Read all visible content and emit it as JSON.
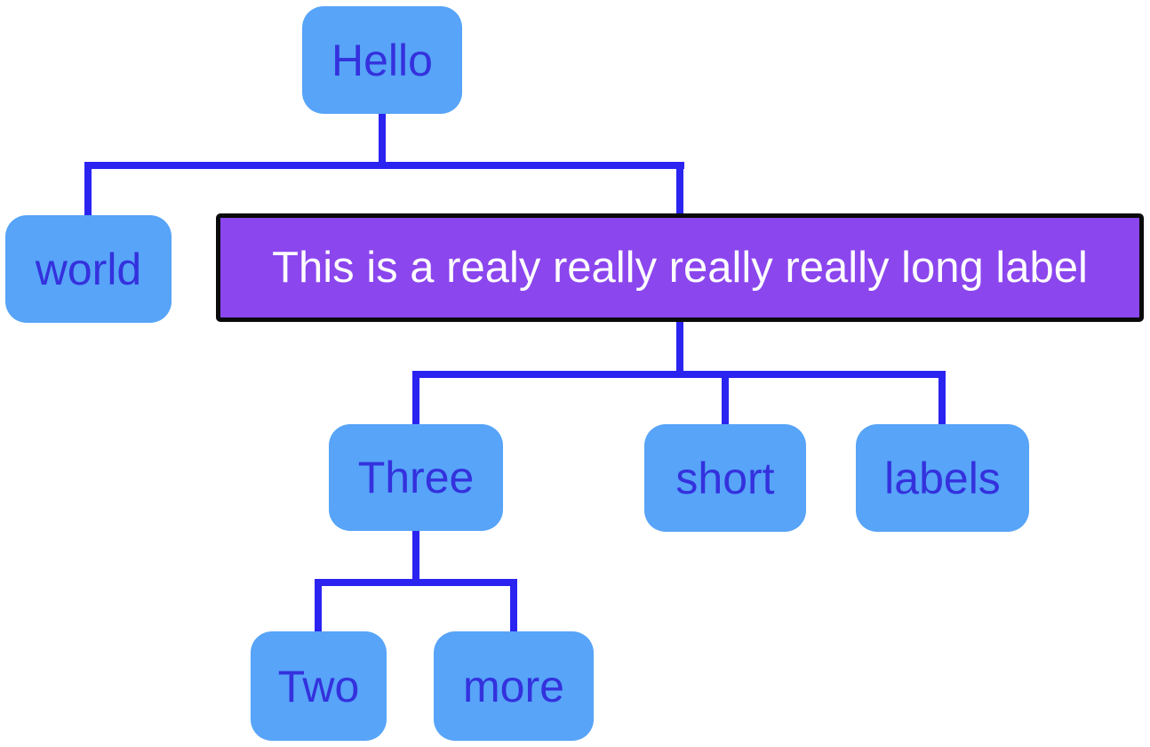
{
  "colors": {
    "background": "#ffffff",
    "node_fill": "#57a4f8",
    "node_text": "#3431dd",
    "connector": "#2b24f1",
    "highlight_fill": "#8b46ee",
    "highlight_border": "#0a0a0a",
    "highlight_text": "#fdfcff"
  },
  "tree": {
    "label": "Hello",
    "children": [
      {
        "label": "world",
        "children": []
      },
      {
        "label": "This is a realy really really really long label",
        "highlighted": true,
        "children": [
          {
            "label": "Three",
            "children": [
              {
                "label": "Two",
                "children": []
              },
              {
                "label": "more",
                "children": []
              }
            ]
          },
          {
            "label": "short",
            "children": []
          },
          {
            "label": "labels",
            "children": []
          }
        ]
      }
    ]
  }
}
